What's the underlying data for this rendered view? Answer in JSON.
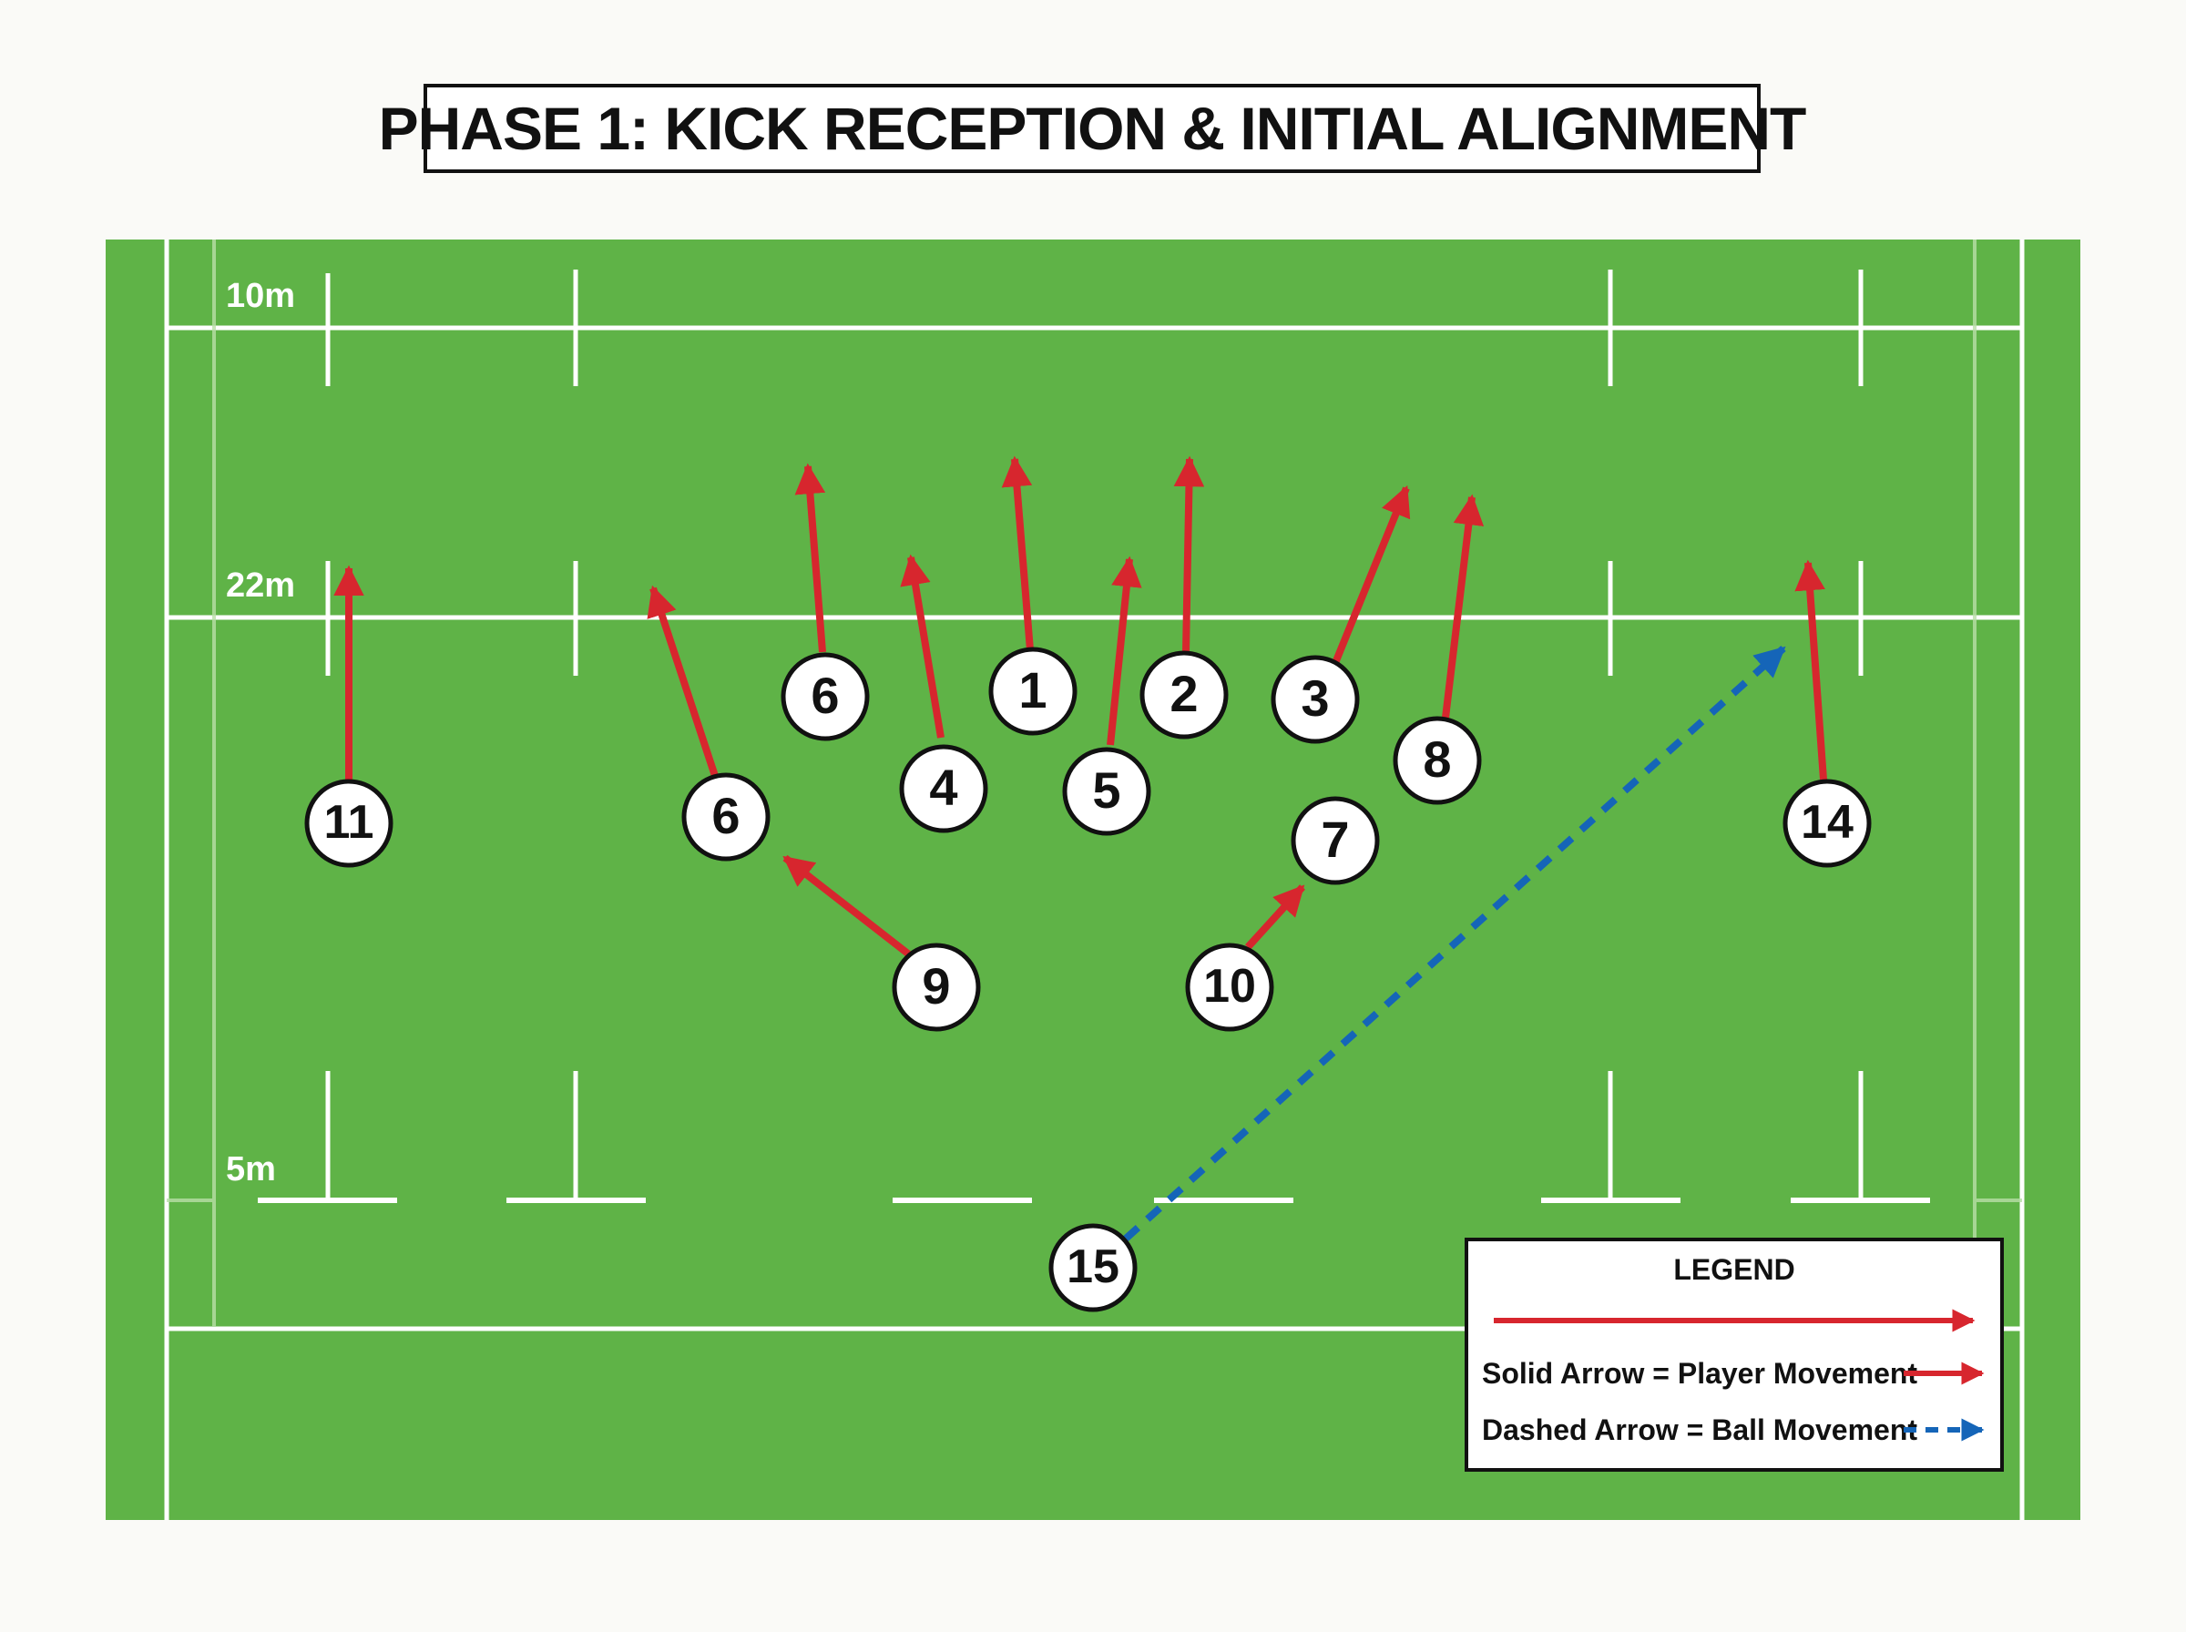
{
  "title": "PHASE 1: KICK RECEPTION & INITIAL ALIGNMENT",
  "colors": {
    "pitch": "#5fb347",
    "line": "#ffffff",
    "player_arrow": "#d7262e",
    "ball_arrow": "#1565b8"
  },
  "distance_labels": {
    "ten": "10m",
    "twenty_two": "22m",
    "five": "5m"
  },
  "players": [
    {
      "number": "11"
    },
    {
      "number": "6"
    },
    {
      "number": "6"
    },
    {
      "number": "4"
    },
    {
      "number": "1"
    },
    {
      "number": "5"
    },
    {
      "number": "2"
    },
    {
      "number": "3"
    },
    {
      "number": "8"
    },
    {
      "number": "7"
    },
    {
      "number": "9"
    },
    {
      "number": "10"
    },
    {
      "number": "14"
    },
    {
      "number": "15"
    }
  ],
  "legend": {
    "title": "LEGEND",
    "solid_label": "Solid Arrow = Player Movement",
    "dashed_label": "Dashed Arrow = Ball Movement"
  }
}
